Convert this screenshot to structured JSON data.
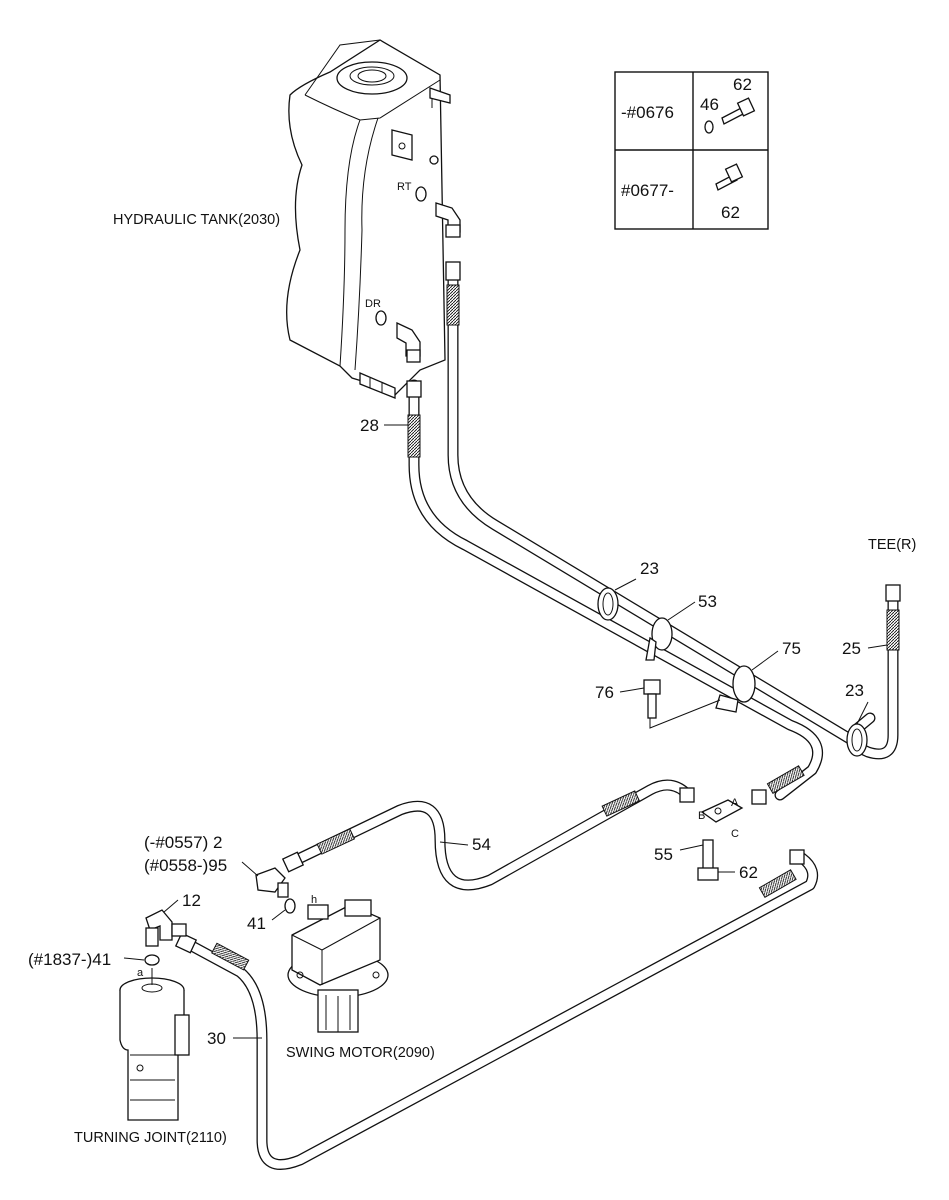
{
  "colors": {
    "line": "#111111",
    "background": "#ffffff"
  },
  "components": {
    "hydraulic_tank": "HYDRAULIC TANK(2030)",
    "swing_motor": "SWING MOTOR(2090)",
    "turning_joint": "TURNING JOINT(2110)",
    "tee": "TEE(R)"
  },
  "ports": {
    "rt": "RT",
    "dr": "DR",
    "a": "A",
    "b": "B",
    "c": "C",
    "h": "h",
    "a_small": "a"
  },
  "callouts": {
    "c28": "28",
    "c23_upper": "23",
    "c53": "53",
    "c75": "75",
    "c76": "76",
    "c25": "25",
    "c23_right": "23",
    "c54": "54",
    "c55": "55",
    "c62": "62",
    "c2": "(-#0557) 2",
    "c95": "(#0558-)95",
    "c41": "41",
    "c12": "12",
    "c41_serial": "(#1837-)41",
    "c30": "30"
  },
  "variant_table": {
    "rows": [
      {
        "serial": "-#0676",
        "part_a": "46",
        "part_b": "62"
      },
      {
        "serial": "#0677-",
        "part_b": "62"
      }
    ]
  }
}
